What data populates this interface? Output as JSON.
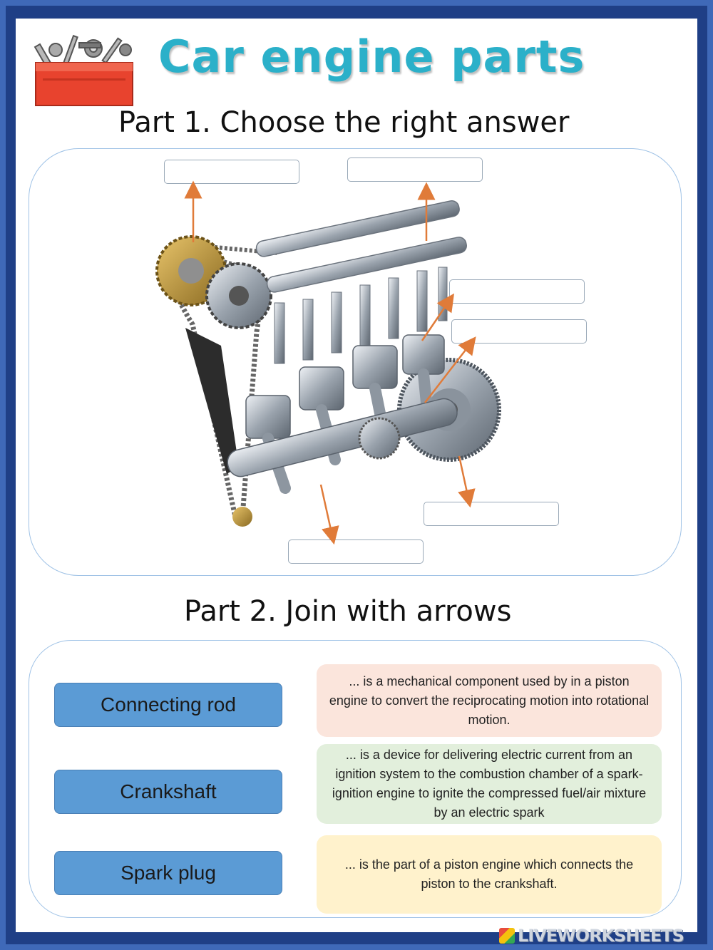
{
  "header": {
    "title": "Car engine parts",
    "toolbox_icon": "toolbox-icon"
  },
  "part1": {
    "heading": "Part 1. Choose the right answer",
    "answer_boxes": [
      "",
      "",
      "",
      "",
      "",
      ""
    ]
  },
  "part2": {
    "heading": "Part 2. Join with arrows",
    "terms": [
      "Connecting rod",
      "Crankshaft",
      "Spark plug"
    ],
    "definitions": [
      {
        "text": "... is a mechanical component  used by in a piston engine to convert the reciprocating motion into rotational motion.",
        "color": "#fbe5dc"
      },
      {
        "text": "...  is a device for delivering electric current from an ignition system to the combustion chamber of a spark-ignition engine to ignite the compressed fuel/air mixture by an electric spark",
        "color": "#e2efdc"
      },
      {
        "text": "...  is the part of a piston engine which connects the piston to the crankshaft.",
        "color": "#fff2cc"
      }
    ]
  },
  "colors": {
    "title": "#2bb0c9",
    "term_fill": "#5b9bd5",
    "arrow": "#e07b39",
    "frame": "#3f69b8"
  },
  "watermark": "LIVEWORKSHEETS"
}
